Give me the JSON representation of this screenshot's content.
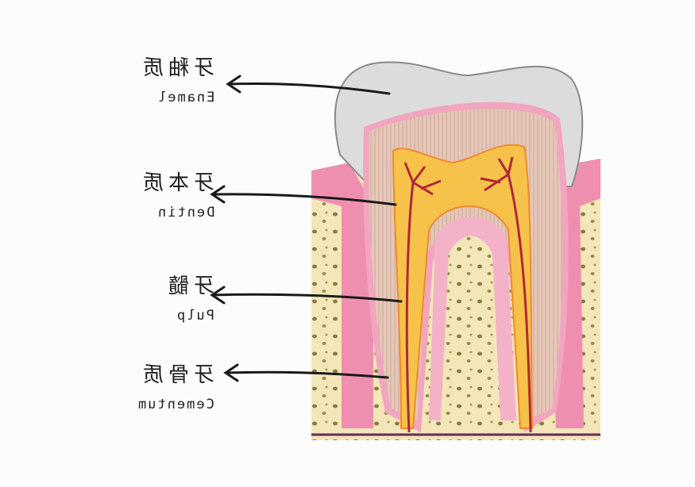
{
  "labels": [
    {
      "zh": "牙釉质",
      "en": "Enamel"
    },
    {
      "zh": "牙本质",
      "en": "Dentin"
    },
    {
      "zh": "牙髓",
      "en": "Pulp"
    },
    {
      "zh": "牙骨质",
      "en": "Cementum"
    }
  ],
  "text_mirrored": true,
  "colors": {
    "enamel": "#dcdcdc",
    "dentin": "#e2c4b4",
    "pulp": "#f7c24a",
    "gum": "#ef8fb0",
    "bone": "#f3e6b8",
    "nerve": "#b0283a"
  }
}
